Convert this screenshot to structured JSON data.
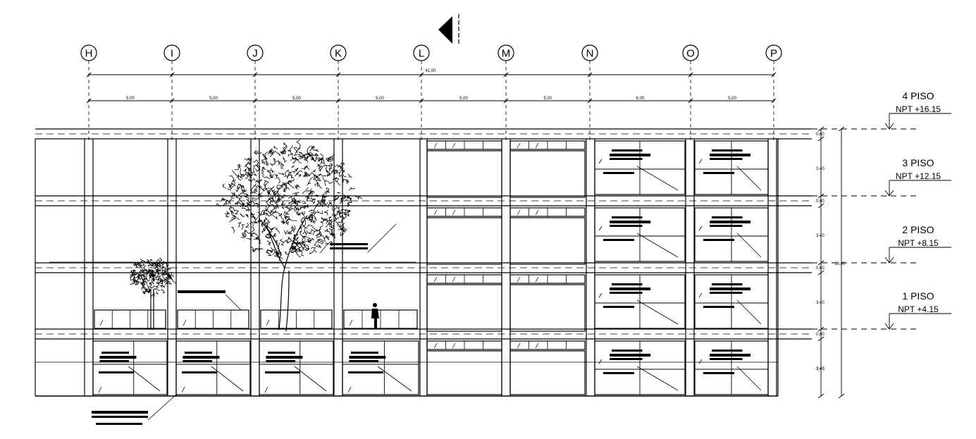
{
  "axes": [
    "H",
    "I",
    "J",
    "K",
    "L",
    "M",
    "N",
    "O",
    "P"
  ],
  "dimensions": {
    "overall": "41,00",
    "spans": [
      "5,00",
      "5,00",
      "5,00",
      "5,00",
      "5,00",
      "5,00",
      "6,00",
      "5,00"
    ],
    "slab": "0,60",
    "storey": "3,40",
    "total_height": "16,00"
  },
  "levels": [
    {
      "name": "4 PISO",
      "npt": "NPT  +16.15"
    },
    {
      "name": "3 PISO",
      "npt": "NPT  +12.15"
    },
    {
      "name": "2 PISO",
      "npt": "NPT  +8.15"
    },
    {
      "name": "1 PISO",
      "npt": "NPT  +4.15"
    }
  ],
  "colors": {
    "line": "#000000",
    "background": "#ffffff"
  }
}
